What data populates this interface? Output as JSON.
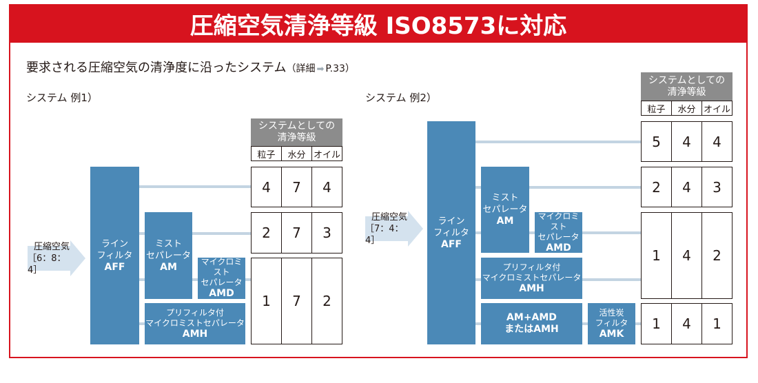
{
  "title": "圧縮空気清浄等級 ISO8573に対応",
  "subtitle": {
    "main": "要求される圧縮空気の清浄度に沿ったシステム",
    "ref_open": "（詳細",
    "ref_page": "P.33）"
  },
  "grade_header": {
    "line1": "システムとしての",
    "line2": "清浄等級"
  },
  "grade_cols": [
    "粒子",
    "水分",
    "オイル"
  ],
  "example1": {
    "caption": "システム 例1）",
    "input": {
      "line1": "圧縮空気",
      "line2": "［6：8：4］"
    },
    "aff": {
      "line1": "ライン",
      "line2": "フィルタ",
      "code": "AFF"
    },
    "am": {
      "line1": "ミスト",
      "line2": "セパレータ",
      "code": "AM"
    },
    "amd": {
      "line1": "マイクロミスト",
      "line2": "セパレータ",
      "code": "AMD"
    },
    "amh": {
      "line1": "プリフィルタ付",
      "line2": "マイクロミストセパレータ",
      "code": "AMH"
    },
    "grades": [
      [
        "4",
        "7",
        "4"
      ],
      [
        "2",
        "7",
        "3"
      ],
      [
        "1",
        "7",
        "2"
      ]
    ]
  },
  "example2": {
    "caption": "システム 例2）",
    "input": {
      "line1": "圧縮空気",
      "line2": "［7：4：4］"
    },
    "aff": {
      "line1": "ライン",
      "line2": "フィルタ",
      "code": "AFF"
    },
    "am": {
      "line1": "ミスト",
      "line2": "セパレータ",
      "code": "AM"
    },
    "amd": {
      "line1": "マイクロミスト",
      "line2": "セパレータ",
      "code": "AMD"
    },
    "amh": {
      "line1": "プリフィルタ付",
      "line2": "マイクロミストセパレータ",
      "code": "AMH"
    },
    "am_amd": {
      "line1": "AM+AMD",
      "line2": "またはAMH"
    },
    "amk": {
      "line1": "活性炭",
      "line2": "フィルタ",
      "code": "AMK"
    },
    "grades": [
      [
        "5",
        "4",
        "4"
      ],
      [
        "2",
        "4",
        "3"
      ],
      [
        "1",
        "4",
        "2"
      ],
      [
        "1",
        "4",
        "1"
      ]
    ]
  },
  "colors": {
    "accent_red": "#d7131e",
    "filter_blue": "#4b89b7",
    "pipe": "#c3d4e2",
    "header_gray": "#8c8c8c",
    "input_arrow": "#d4e2ee"
  }
}
